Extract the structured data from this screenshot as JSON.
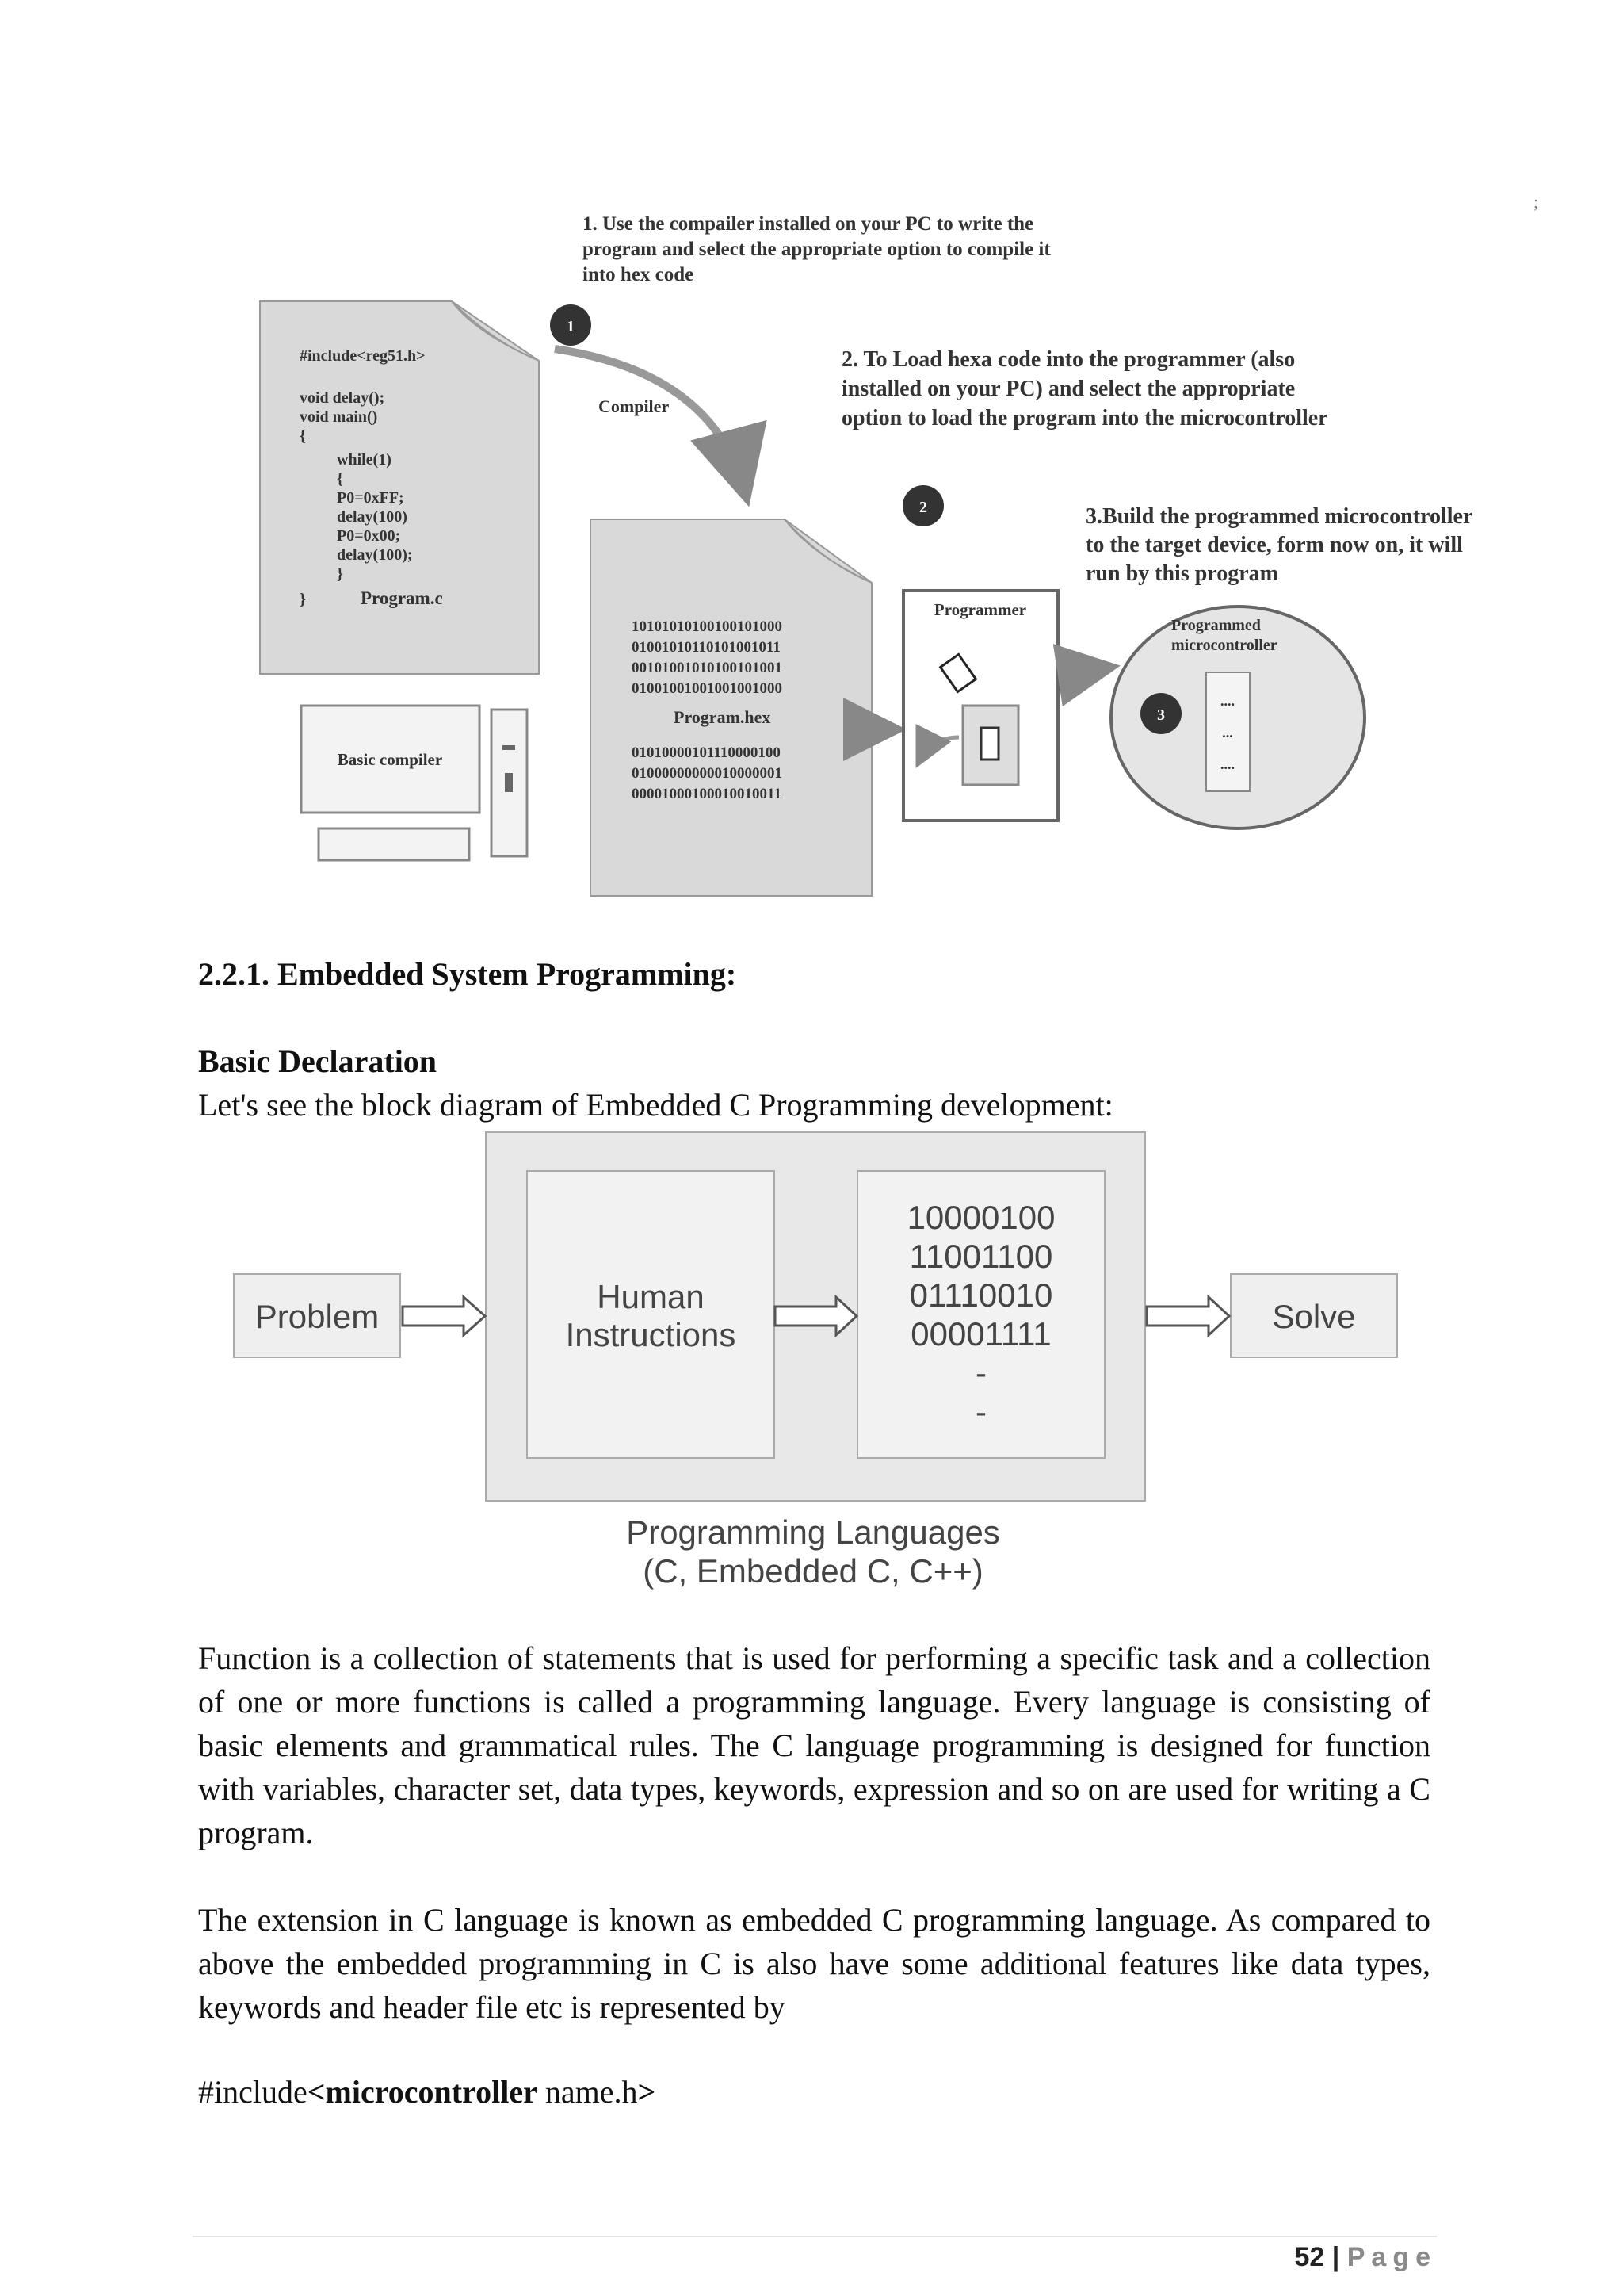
{
  "figure1": {
    "step1_lines": [
      "1. Use the compailer installed on your PC to write the",
      "program and select the appropriate option to compile it",
      "into hex code"
    ],
    "step2_lines": [
      "2. To Load hexa code into the programmer (also",
      "installed on your PC) and select the appropriate",
      "option to load the program into the microcontroller"
    ],
    "step3_lines": [
      "3.Build the programmed microcontroller",
      "to the target device, form now on, it will",
      "run by this program"
    ],
    "code_lines": [
      "#include<reg51.h>",
      "void delay();",
      "void main()",
      "{",
      "while(1)",
      "{",
      "P0=0xFF;",
      "delay(100)",
      "P0=0x00;",
      "delay(100);",
      "}",
      "}"
    ],
    "program_c_label": "Program.c",
    "compiler_label": "Compiler",
    "basic_compiler_label": "Basic compiler",
    "hex_lines_top": [
      "10101010100100101000",
      "01001010110101001011",
      "00101001010100101001",
      "01001001001001001000"
    ],
    "program_hex_label": "Program.hex",
    "hex_lines_bottom": [
      "01010000101110000100",
      "01000000000010000001",
      "00001000100010010011"
    ],
    "programmer_label": "Programmer",
    "programmed_mc_lines": [
      "Programmed",
      "microcontroller"
    ],
    "badge_1": "1",
    "badge_2": "2",
    "badge_3": "3",
    "mc_pins": [
      "....",
      "...",
      "...."
    ],
    "stray_mark": ";"
  },
  "section_heading": "2.2.1. Embedded System Programming:",
  "subheading": "Basic Declaration",
  "intro_text": "Let's see the block diagram of Embedded C Programming development:",
  "block_diagram": {
    "problem": "Problem",
    "human_lines": [
      "Human",
      "Instructions"
    ],
    "binary_lines": [
      "10000100",
      "11001100",
      "01110010",
      "00001111",
      "-",
      "-"
    ],
    "solve": "Solve",
    "caption_lines": [
      "Programming Languages",
      "(C, Embedded C, C++)"
    ]
  },
  "paragraph1": "Function is a collection of statements that is used for performing a specific task and a collection of one or more functions is called a programming language. Every language is consisting of basic elements and grammatical rules. The C language programming is designed for function with variables, character set, data types, keywords, expression and so on are used for writing a C program.",
  "paragraph2": "The extension in C language is known as embedded C programming language. As compared to above the embedded programming in C is also have some additional features like data types, keywords and header file etc is represented by",
  "include_line": {
    "prefix": "#include",
    "bold_part": "<microcontroller",
    "suffix": " name.h",
    "close": ">"
  },
  "footer": {
    "page_number": "52",
    "separator": "|",
    "page_word": "Page"
  }
}
